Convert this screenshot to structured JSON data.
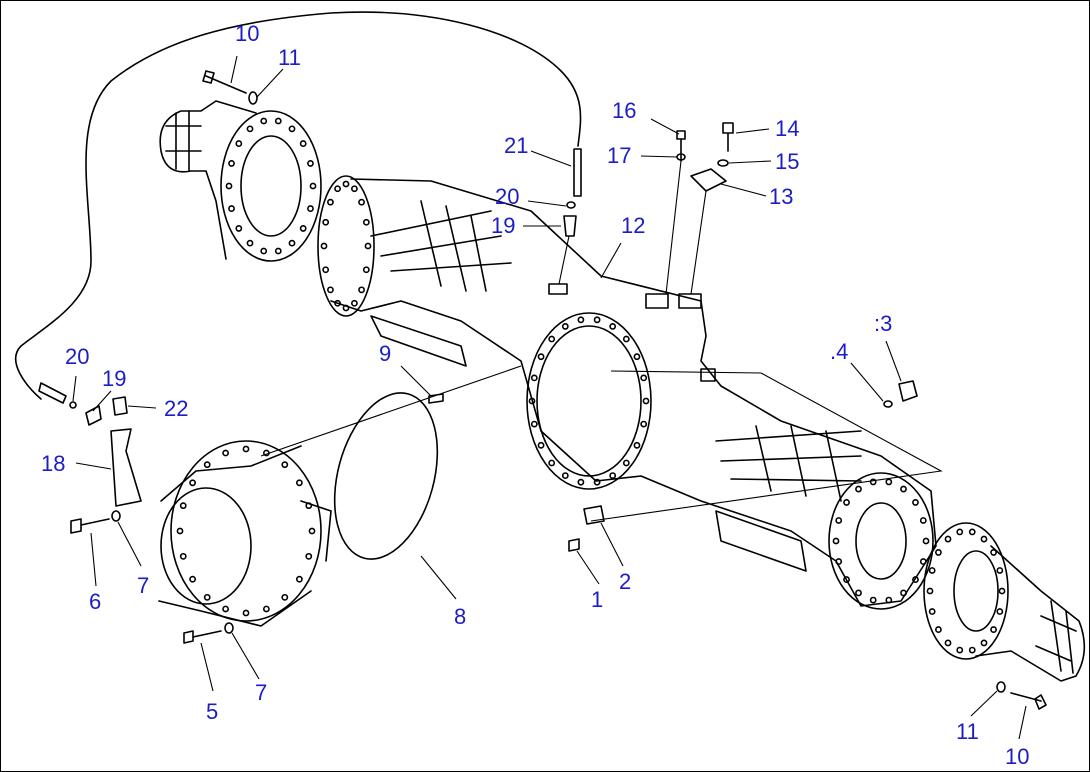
{
  "diagram": {
    "accent_color": "#1c1cc8",
    "callouts": [
      {
        "id": "c10a",
        "text": "10"
      },
      {
        "id": "c11a",
        "text": "11"
      },
      {
        "id": "c16",
        "text": "16"
      },
      {
        "id": "c14",
        "text": "14"
      },
      {
        "id": "c21",
        "text": "21"
      },
      {
        "id": "c17",
        "text": "17"
      },
      {
        "id": "c15",
        "text": "15"
      },
      {
        "id": "c20a",
        "text": "20"
      },
      {
        "id": "c13",
        "text": "13"
      },
      {
        "id": "c19a",
        "text": "19"
      },
      {
        "id": "c12",
        "text": "12"
      },
      {
        "id": "c3",
        "text": ":3"
      },
      {
        "id": "c4",
        "text": ".4"
      },
      {
        "id": "c20b",
        "text": "20"
      },
      {
        "id": "c9",
        "text": "9"
      },
      {
        "id": "c19b",
        "text": "19"
      },
      {
        "id": "c22",
        "text": "22"
      },
      {
        "id": "c18",
        "text": "18"
      },
      {
        "id": "c6",
        "text": "6"
      },
      {
        "id": "c7a",
        "text": "7"
      },
      {
        "id": "c8",
        "text": "8"
      },
      {
        "id": "c2",
        "text": "2"
      },
      {
        "id": "c1",
        "text": "1"
      },
      {
        "id": "c5",
        "text": "5"
      },
      {
        "id": "c7b",
        "text": "7"
      },
      {
        "id": "c11b",
        "text": "11"
      },
      {
        "id": "c10b",
        "text": "10"
      }
    ]
  }
}
